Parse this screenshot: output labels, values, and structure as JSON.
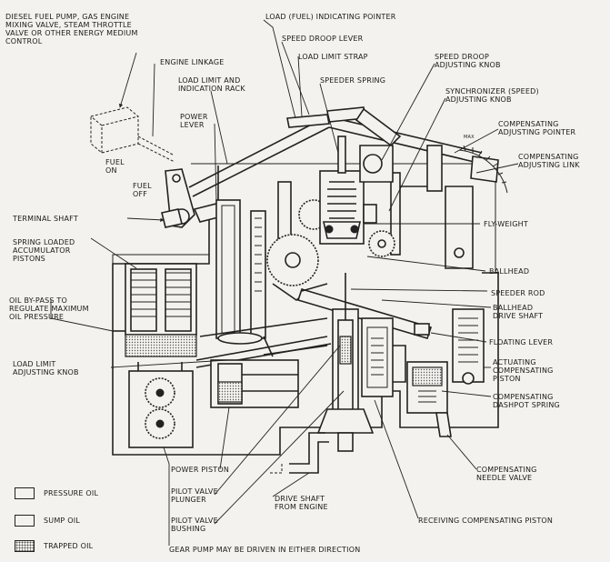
{
  "labels": {
    "diesel_fuel_pump": "DIESEL FUEL PUMP, GAS ENGINE\nMIXING VALVE, STEAM THROTTLE\nVALVE OR OTHER ENERGY MEDIUM\nCONTROL",
    "engine_linkage": "ENGINE LINKAGE",
    "load_fuel_pointer": "LOAD (FUEL) INDICATING POINTER",
    "speed_droop_lever": "SPEED DROOP LEVER",
    "load_limit_strap": "LOAD LIMIT STRAP",
    "load_limit_rack": "LOAD LIMIT AND\nINDICATION RACK",
    "speeder_spring": "SPEEDER SPRING",
    "speed_droop_knob": "SPEED DROOP\nADJUSTING KNOB",
    "synchronizer_knob": "SYNCHRONIZER (SPEED)\nADJUSTING KNOB",
    "power_lever": "POWER\nLEVER",
    "comp_pointer": "COMPENSATING\nADJUSTING POINTER",
    "comp_link": "COMPENSATING\nADJUSTING LINK",
    "fuel_on": "FUEL\nON",
    "fuel_off": "FUEL\nOFF",
    "terminal_shaft": "TERMINAL SHAFT",
    "fly_weight": "FLY-WEIGHT",
    "accumulator": "SPRING LOADED\nACCUMULATOR\nPISTONS",
    "ballhead": "BALLHEAD",
    "speeder_rod": "SPEEDER ROD",
    "oil_bypass": "OIL BY-PASS TO\nREGULATE MAXIMUM\nOIL PRESSURE",
    "ballhead_drive_shaft": "BALLHEAD\nDRIVE SHAFT",
    "floating_lever": "FLOATING LEVER",
    "load_limit_knob": "LOAD LIMIT\nADJUSTING KNOB",
    "actuating_piston": "ACTUATING\nCOMPENSATING\nPISTON",
    "dashpot_spring": "COMPENSATING\nDASHPOT SPRING",
    "needle_valve": "COMPENSATING\nNEEDLE VALVE",
    "power_piston": "POWER PISTON",
    "pilot_plunger": "PILOT VALVE\nPLUNGER",
    "drive_shaft": "DRIVE SHAFT\nFROM ENGINE",
    "pilot_bushing": "PILOT VALVE\nBUSHING",
    "receiving_piston": "RECEIVING COMPENSATING PISTON",
    "gear_pump": "GEAR PUMP MAY BE DRIVEN IN EITHER DIRECTION",
    "scale_max": "MAX"
  },
  "legend": {
    "pressure_oil": "PRESSURE OIL",
    "sump_oil": "SUMP OIL",
    "trapped_oil": "TRAPPED OIL"
  }
}
